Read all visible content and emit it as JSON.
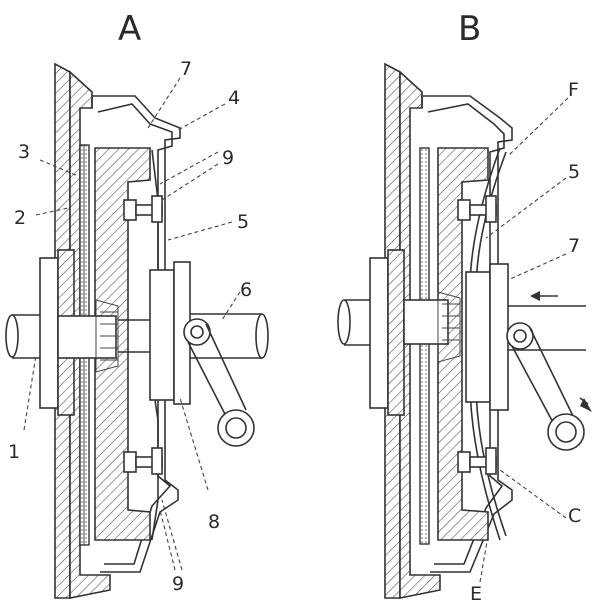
{
  "panels": {
    "left": {
      "title": "A"
    },
    "right": {
      "title": "B"
    }
  },
  "callouts": {
    "left": [
      "1",
      "2",
      "3",
      "4",
      "5",
      "6",
      "7",
      "8",
      "9",
      "9"
    ],
    "right": [
      "F",
      "5",
      "7",
      "C",
      "E"
    ]
  },
  "colors": {
    "ink": "#333333",
    "paper": "#ffffff"
  }
}
